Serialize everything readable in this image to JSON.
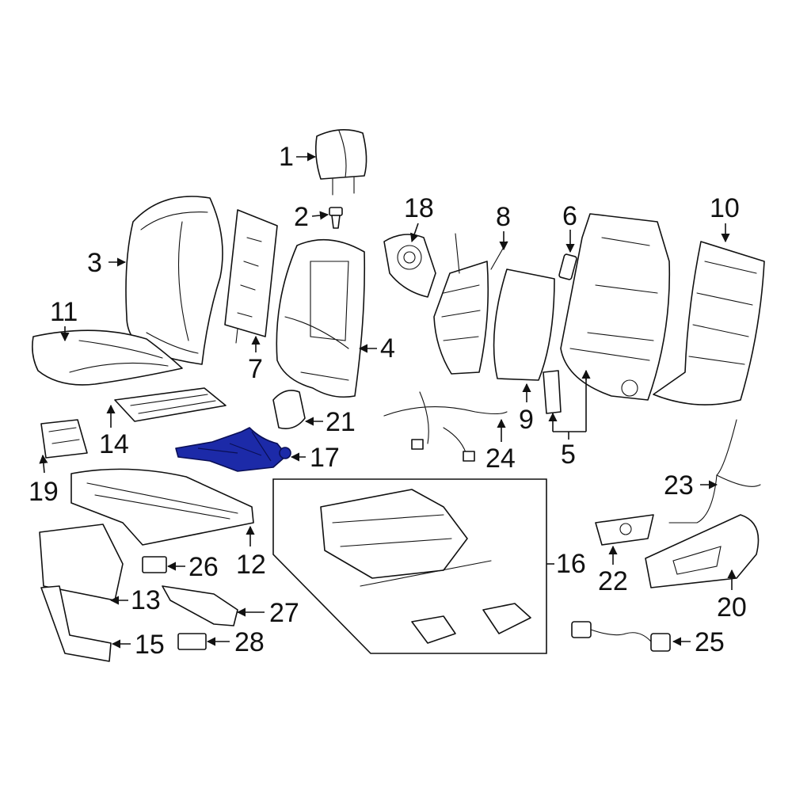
{
  "diagram": {
    "highlight_color": "#1c2aa8",
    "highlighted_part": "17",
    "callouts": [
      {
        "id": "c1",
        "label": "1"
      },
      {
        "id": "c2",
        "label": "2"
      },
      {
        "id": "c3",
        "label": "3"
      },
      {
        "id": "c4",
        "label": "4"
      },
      {
        "id": "c5",
        "label": "5"
      },
      {
        "id": "c6",
        "label": "6"
      },
      {
        "id": "c7",
        "label": "7"
      },
      {
        "id": "c8",
        "label": "8"
      },
      {
        "id": "c9",
        "label": "9"
      },
      {
        "id": "c10",
        "label": "10"
      },
      {
        "id": "c11",
        "label": "11"
      },
      {
        "id": "c12",
        "label": "12"
      },
      {
        "id": "c13",
        "label": "13"
      },
      {
        "id": "c14",
        "label": "14"
      },
      {
        "id": "c15",
        "label": "15"
      },
      {
        "id": "c16",
        "label": "16"
      },
      {
        "id": "c17",
        "label": "17"
      },
      {
        "id": "c18",
        "label": "18"
      },
      {
        "id": "c19",
        "label": "19"
      },
      {
        "id": "c20",
        "label": "20"
      },
      {
        "id": "c21",
        "label": "21"
      },
      {
        "id": "c22",
        "label": "22"
      },
      {
        "id": "c23",
        "label": "23"
      },
      {
        "id": "c24",
        "label": "24"
      },
      {
        "id": "c25",
        "label": "25"
      },
      {
        "id": "c26",
        "label": "26"
      },
      {
        "id": "c27",
        "label": "27"
      },
      {
        "id": "c28",
        "label": "28"
      }
    ]
  }
}
